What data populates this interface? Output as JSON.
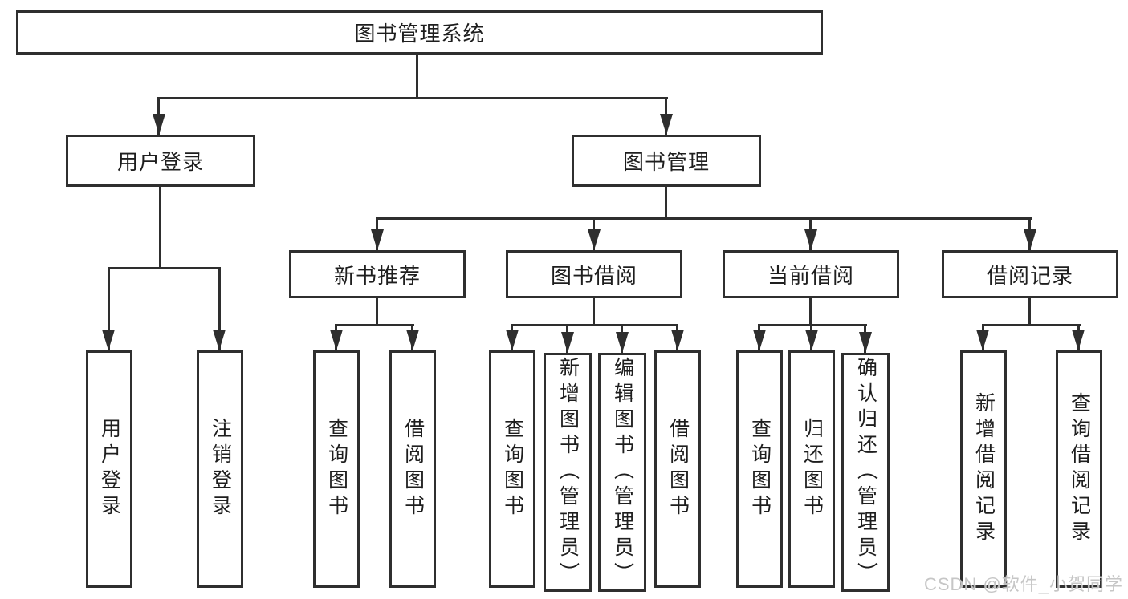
{
  "diagram": {
    "root": {
      "label": "图书管理系统"
    },
    "user_login": {
      "label": "用户登录",
      "children": [
        {
          "label": "用户登录"
        },
        {
          "label": "注销登录"
        }
      ]
    },
    "book_management": {
      "label": "图书管理",
      "groups": [
        {
          "label": "新书推荐",
          "children": [
            {
              "label": "查询图书"
            },
            {
              "label": "借阅图书"
            }
          ]
        },
        {
          "label": "图书借阅",
          "children": [
            {
              "label": "查询图书"
            },
            {
              "label": "新增图书（管理员）"
            },
            {
              "label": "编辑图书（管理员）"
            },
            {
              "label": "借阅图书"
            }
          ]
        },
        {
          "label": "当前借阅",
          "children": [
            {
              "label": "查询图书"
            },
            {
              "label": "归还图书"
            },
            {
              "label": "确认归还（管理员）"
            }
          ]
        },
        {
          "label": "借阅记录",
          "children": [
            {
              "label": "新增借阅记录"
            },
            {
              "label": "查询借阅记录"
            }
          ]
        }
      ]
    }
  },
  "watermark": {
    "text": "CSDN @软件_小贺同学"
  },
  "colors": {
    "line": "#2e2e2e",
    "border": "#2f2f2f",
    "text": "#1e1e1e",
    "background": "#ffffff",
    "watermark": "#c1c1c1"
  }
}
